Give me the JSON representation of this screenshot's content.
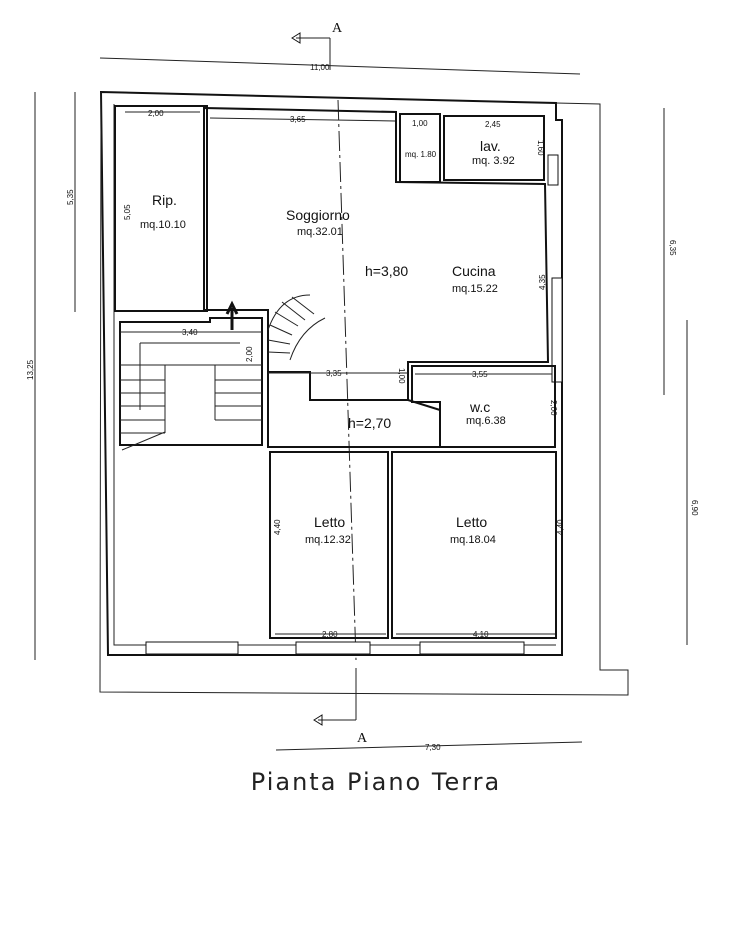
{
  "title": "Pianta Piano Terra",
  "section_marks": {
    "top": "A",
    "bottom": "A"
  },
  "rooms": {
    "rip": {
      "name": "Rip.",
      "area": "mq.10.10"
    },
    "soggiorno": {
      "name": "Soggiorno",
      "area": "mq.32.01"
    },
    "ripost": {
      "area": "mq. 1.80"
    },
    "lav": {
      "name": "lav.",
      "area": "mq. 3.92"
    },
    "cucina": {
      "name": "Cucina",
      "area": "mq.15.22"
    },
    "wc": {
      "name": "w.c",
      "area": "mq.6.38"
    },
    "letto1": {
      "name": "Letto",
      "area": "mq.12.32"
    },
    "letto2": {
      "name": "Letto",
      "area": "mq.18.04"
    }
  },
  "heights": {
    "h1": "h=3,80",
    "h2": "h=2,70"
  },
  "dimensions": {
    "overall_width": "11,00",
    "rip_width": "2,00",
    "soggiorno_width": "3,65",
    "ripost_width": "1,00",
    "lav_width": "2,45",
    "lav_depth": "1,60",
    "rip_depth": "5,05",
    "left_upper": "5,35",
    "left_total": "13,25",
    "right_upper": "6,35",
    "right_lower": "6,90",
    "cucina_depth": "4,35",
    "stair_width": "3,40",
    "stair_depth": "2,00",
    "corridor_width": "3,35",
    "corridor_depth": "1,00",
    "wc_width": "3,55",
    "wc_depth": "2,00",
    "letto1_depth": "4,40",
    "letto2_depth": "4,40",
    "letto1_width": "2,80",
    "letto2_width": "4,10",
    "bottom_width": "7,30"
  }
}
